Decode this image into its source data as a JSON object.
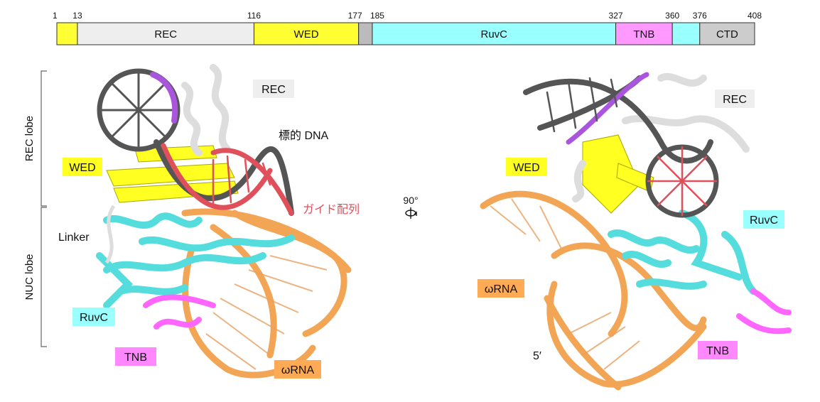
{
  "domain_bar": {
    "segments": [
      {
        "name": "",
        "start": 1,
        "end": 13,
        "color": "#ffff33"
      },
      {
        "name": "REC",
        "start": 13,
        "end": 116,
        "color": "#eeeeee"
      },
      {
        "name": "WED",
        "start": 116,
        "end": 177,
        "color": "#ffff33"
      },
      {
        "name": "",
        "start": 177,
        "end": 185,
        "color": "#bbbbbb"
      },
      {
        "name": "RuvC",
        "start": 185,
        "end": 327,
        "color": "#99ffff"
      },
      {
        "name": "TNB",
        "start": 327,
        "end": 360,
        "color": "#ff99ff"
      },
      {
        "name": "",
        "start": 360,
        "end": 376,
        "color": "#99ffff"
      },
      {
        "name": "CTD",
        "start": 376,
        "end": 408,
        "color": "#cccccc"
      }
    ],
    "tick_labels": [
      "1",
      "13",
      "116",
      "177",
      "185",
      "327",
      "360",
      "376",
      "408"
    ]
  },
  "lobes": {
    "rec": "REC lobe",
    "nuc": "NUC lobe"
  },
  "rotation_label": "90°",
  "left_view": {
    "rec": "REC",
    "target_dna": "標的 DNA",
    "wed": "WED",
    "guide": "ガイド配列",
    "linker": "Linker",
    "ruvc": "RuvC",
    "tnb": "TNB",
    "wrna": "ωRNA"
  },
  "right_view": {
    "rec": "REC",
    "wed": "WED",
    "ruvc": "RuvC",
    "wrna": "ωRNA",
    "five_prime": "5′",
    "tnb": "TNB"
  },
  "colors": {
    "wed": "#ffff22",
    "rec": "#eeeeee",
    "ruvc": "#55dddd",
    "tnb": "#ff66ff",
    "rna": "#f2a655",
    "dna": "#555555",
    "guide": "#e0505a",
    "purple": "#aa55dd",
    "label_ruvc_bg": "#99ffff",
    "label_tnb_bg": "#ff88ff",
    "label_wrna_bg": "#ffaa55",
    "label_rec_bg": "#eeeeee",
    "label_wed_bg": "#ffff22"
  }
}
